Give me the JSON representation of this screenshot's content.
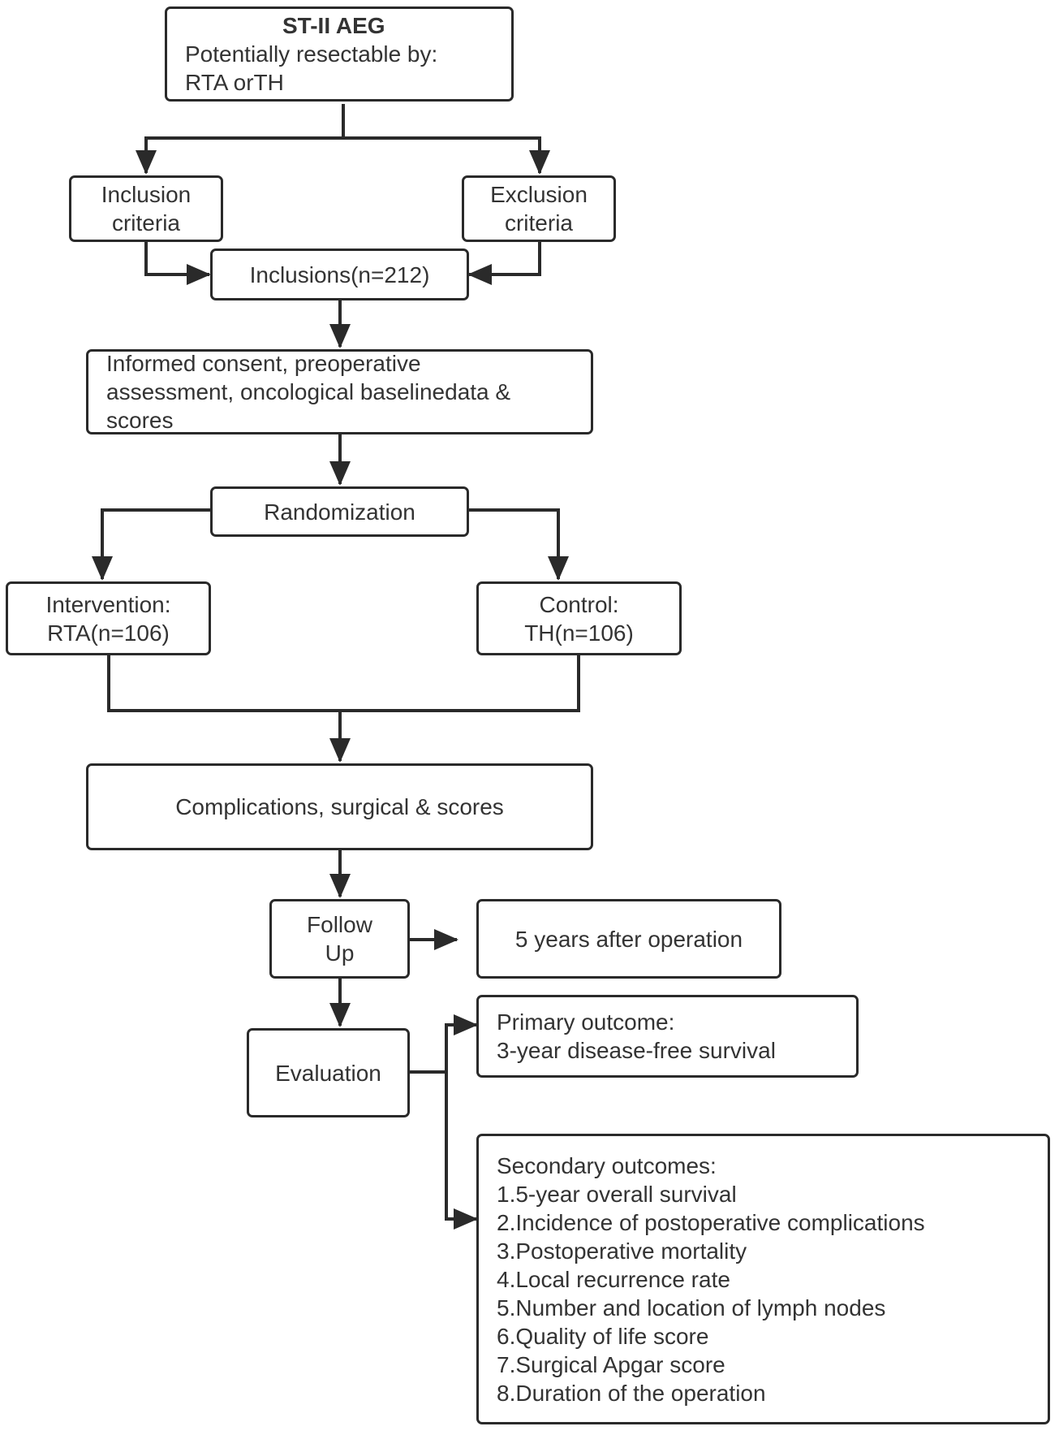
{
  "boxes": {
    "start": {
      "title": "ST-II AEG",
      "line1": "Potentially resectable by:",
      "line2": "RTA orTH"
    },
    "inclusion_criteria": {
      "line1": "Inclusion",
      "line2": "criteria"
    },
    "exclusion_criteria": {
      "line1": "Exclusion",
      "line2": "criteria"
    },
    "inclusions": {
      "text": "Inclusions(n=212)"
    },
    "consent": {
      "line1": "Informed consent, preoperative",
      "line2": "assessment, oncological baselinedata &",
      "line3": "scores"
    },
    "randomization": {
      "text": "Randomization"
    },
    "intervention": {
      "line1": "Intervention:",
      "line2": "RTA(n=106)"
    },
    "control": {
      "line1": "Control:",
      "line2": "TH(n=106)"
    },
    "complications": {
      "text": "Complications, surgical & scores"
    },
    "follow_up": {
      "line1": "Follow",
      "line2": "Up"
    },
    "five_years": {
      "text": "5 years after operation"
    },
    "evaluation": {
      "text": "Evaluation"
    },
    "primary": {
      "line1": "Primary outcome:",
      "line2": "3-year disease-free survival"
    },
    "secondary": {
      "heading": "Secondary outcomes:",
      "items": [
        "1.5-year overall survival",
        "2.Incidence of postoperative complications",
        "3.Postoperative mortality",
        "4.Local recurrence rate",
        "5.Number and location of lymph nodes",
        "6.Quality of life score",
        "7.Surgical Apgar score",
        "8.Duration of the operation"
      ]
    }
  },
  "colors": {
    "stroke": "#2a2a2a",
    "text": "#333333",
    "background": "#ffffff"
  }
}
